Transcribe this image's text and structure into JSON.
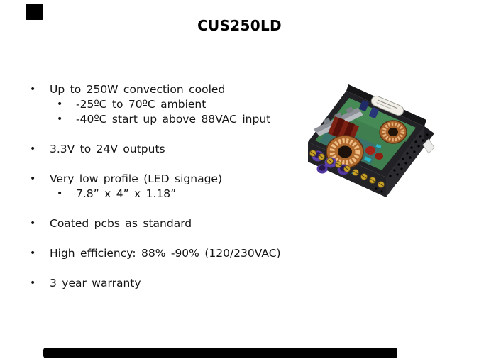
{
  "slide": {
    "title": "CUS250LD",
    "bullet_glyph": "•",
    "bullets": [
      {
        "level": 1,
        "text": "Up to 250W convection cooled"
      },
      {
        "level": 2,
        "text": "-25ºC to 70ºC ambient"
      },
      {
        "level": 2,
        "text": "-40ºC start up above 88VAC input"
      },
      {
        "level": 1,
        "text": "3.3V to 24V outputs"
      },
      {
        "level": 1,
        "text": "Very low profile (LED signage)"
      },
      {
        "level": 2,
        "text": "7.8” x 4” x 1.18”"
      },
      {
        "level": 1,
        "text": "Coated pcbs as standard"
      },
      {
        "level": 1,
        "text": "High efficiency: 88% -90% (120/230VAC)"
      },
      {
        "level": 1,
        "text": "3 year warranty"
      }
    ],
    "photo": {
      "name": "cus250ld-power-supply-photo"
    },
    "masks": {
      "color": "#000000"
    }
  }
}
